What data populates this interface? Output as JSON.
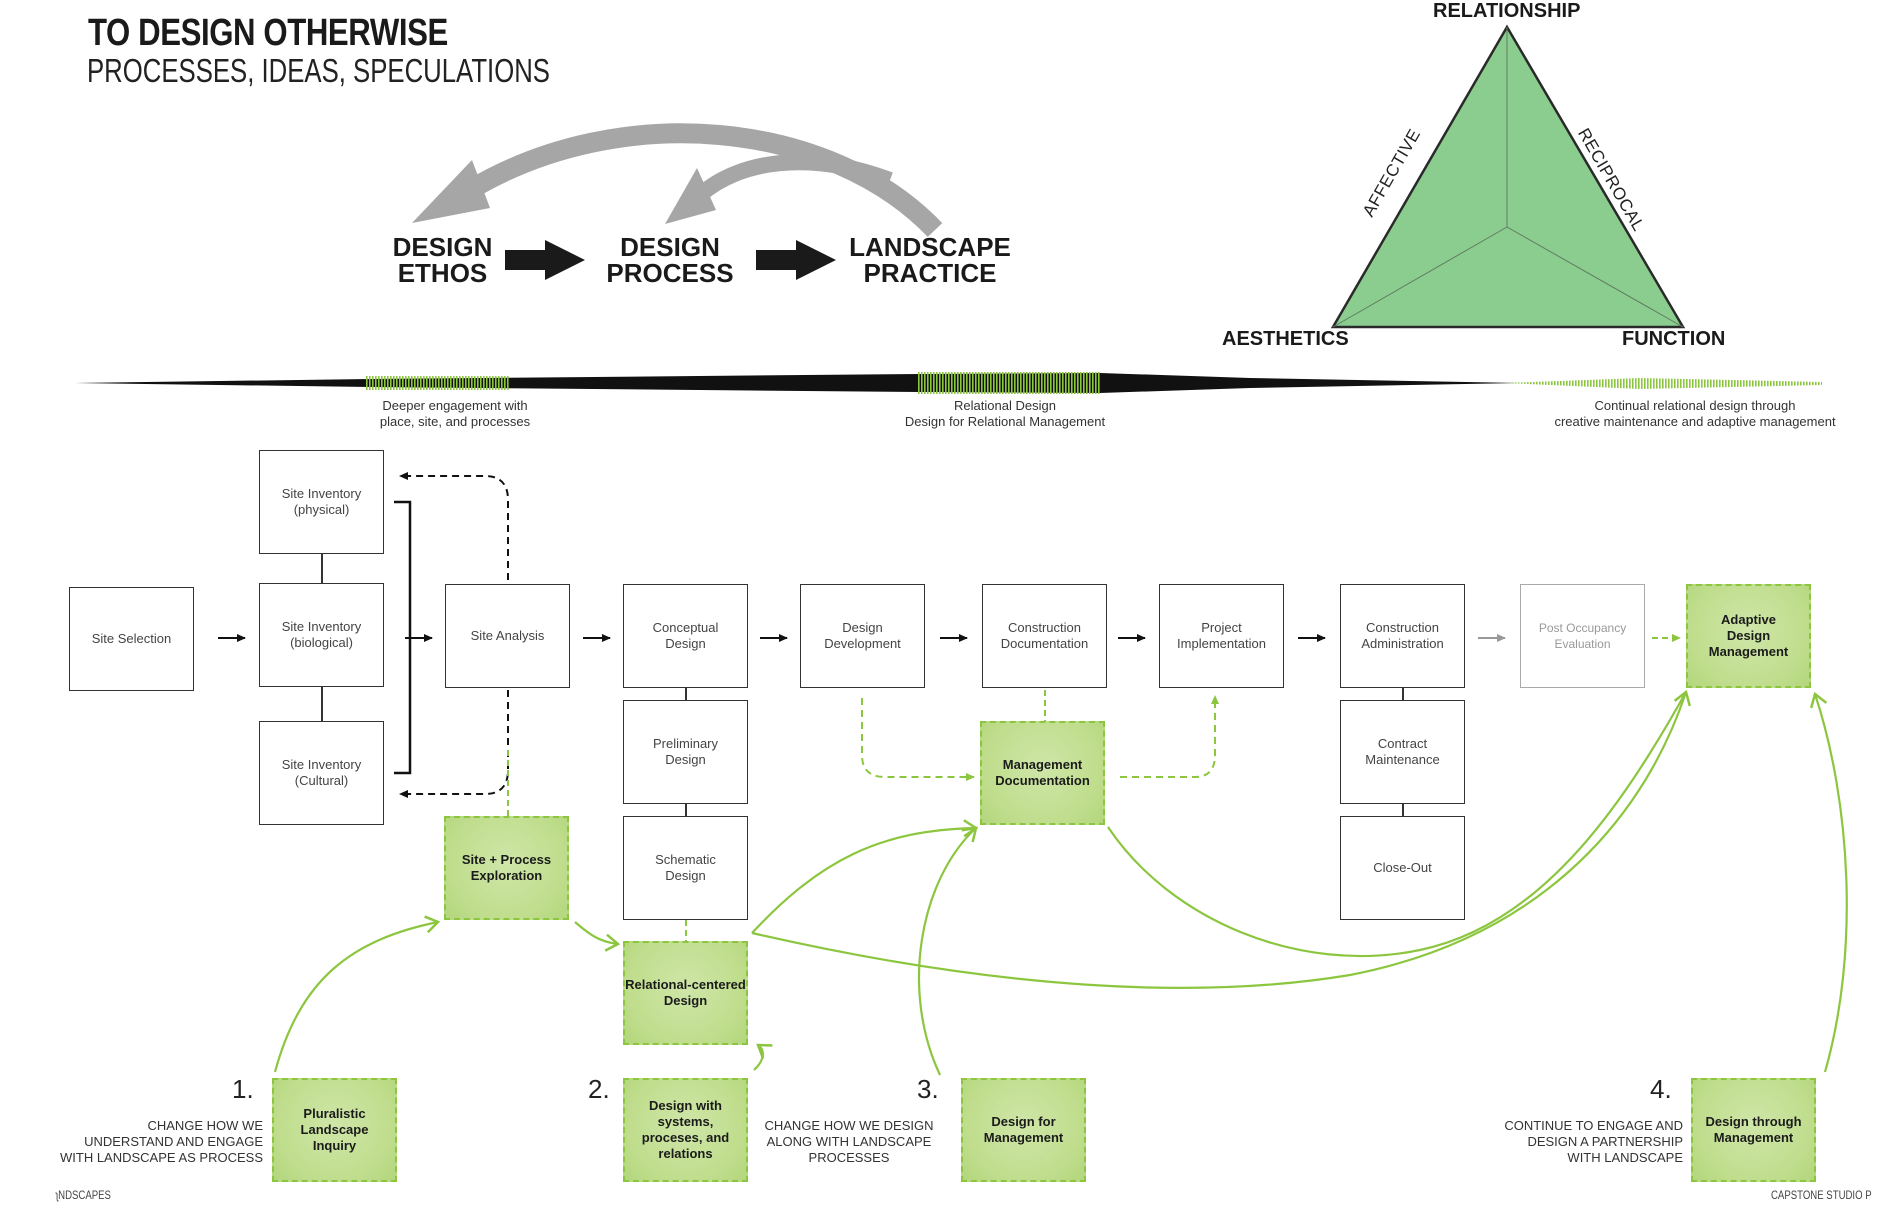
{
  "header": {
    "title": "TO DESIGN OTHERWISE",
    "subtitle": "PROCESSES, IDEAS, SPECULATIONS"
  },
  "ethos_flow": {
    "items": [
      {
        "line1": "DESIGN",
        "line2": "ETHOS"
      },
      {
        "line1": "DESIGN",
        "line2": "PROCESS"
      },
      {
        "line1": "LANDSCAPE",
        "line2": "PRACTICE"
      }
    ],
    "arrow_color": "#a6a6a6"
  },
  "triangle": {
    "vertices": {
      "top": "RELATIONSHIP",
      "left": "AESTHETICS",
      "right": "FUNCTION"
    },
    "edges": {
      "left": "AFFECTIVE",
      "right": "RECIPROCAL"
    },
    "fill_color": "#8bcd8f"
  },
  "timeline": {
    "captions": [
      {
        "line1": "Deeper engagement with",
        "line2": "place, site, and processes"
      },
      {
        "line1": "Relational Design",
        "line2": "Design for Relational Management"
      },
      {
        "line1": "Continual relational design through",
        "line2": "creative maintenance and adaptive management"
      }
    ],
    "accent_color": "#8cc63f"
  },
  "process": {
    "site_selection": "Site Selection",
    "site_inventory_physical": "Site Inventory (physical)",
    "site_inventory_biological": "Site Inventory (biological)",
    "site_inventory_cultural": "Site Inventory (Cultural)",
    "site_analysis": "Site Analysis",
    "conceptual_design": "Conceptual Design",
    "preliminary_design": "Preliminary Design",
    "schematic_design": "Schematic Design",
    "design_development": "Design Development",
    "construction_documentation": "Construction Documentation",
    "project_implementation": "Project Implementation",
    "construction_administration": "Construction Administration",
    "contract_maintenance": "Contract Maintenance",
    "close_out": "Close-Out",
    "post_occupancy": "Post Occupancy Evaluation",
    "adaptive_management": "Adaptive Design Management"
  },
  "interventions": {
    "site_process_exploration": "Site + Process Exploration",
    "management_documentation": "Management Documentation",
    "relational_centered": "Relational-centered Design"
  },
  "steps": [
    {
      "number": "1.",
      "box": "Pluralistic Landscape Inquiry",
      "text_lines": [
        "CHANGE HOW WE",
        "UNDERSTAND AND ENGAGE",
        "WITH LANDSCAPE AS PROCESS"
      ]
    },
    {
      "number": "2.",
      "box": "Design with systems, proceses, and relations",
      "text_lines": []
    },
    {
      "number": "3.",
      "box": "Design for Management",
      "text_lines": [
        "CHANGE HOW WE DESIGN",
        "ALONG WITH LANDSCAPE",
        "PROCESSES"
      ]
    },
    {
      "number": "4.",
      "box": "Design through Management",
      "text_lines": [
        "CONTINUE TO ENGAGE AND",
        "DESIGN A PARTNERSHIP",
        "WITH LANDSCAPE"
      ]
    }
  ],
  "footer": {
    "left": "ʅNDSCAPES",
    "right": "CAPSTONE STUDIO P"
  }
}
